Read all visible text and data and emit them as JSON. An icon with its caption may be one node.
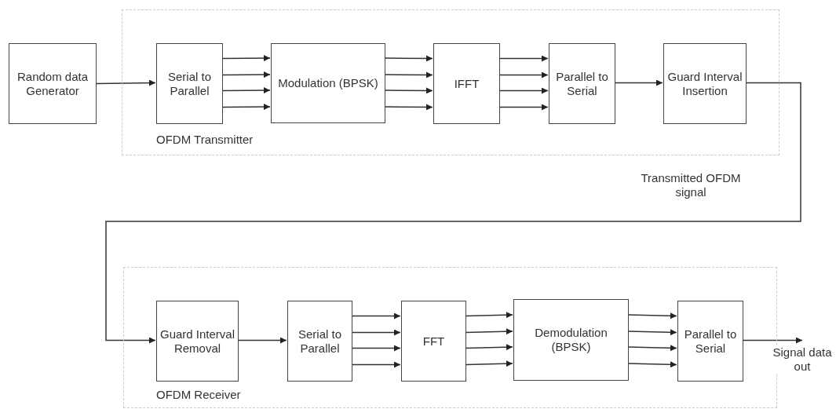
{
  "diagram": {
    "nodes": [
      {
        "text": [
          "OFDM Transmitter"
        ]
      },
      {
        "text": [
          "Random data Generator"
        ]
      },
      {
        "text": [
          "Serial to Parallel"
        ],
        "in": 0
      },
      {
        "text": [
          "Modulation (BPSK)"
        ],
        "in": 0
      },
      {
        "text": [
          "IFFT"
        ],
        "in": 0
      },
      {
        "text": [
          "Parallel to Serial"
        ],
        "in": 0
      },
      {
        "text": [
          "Guard Interval Insertion"
        ],
        "in": 0
      },
      {
        "text": [
          "OFDM Receiver"
        ]
      },
      {
        "text": [
          "Guard Interval Removal"
        ],
        "in": 7
      },
      {
        "text": [
          "Serial to Parallel"
        ],
        "in": 7
      },
      {
        "text": [
          "FFT"
        ],
        "in": 7
      },
      {
        "text": [
          "Demodulation (BPSK)"
        ],
        "in": 7
      },
      {
        "text": [
          "Parallel to Serial"
        ],
        "in": 7
      }
    ],
    "edges": [
      {
        "from": 1,
        "to": 2,
        "arrow": "to"
      },
      {
        "from": 2,
        "to": 3,
        "arrow": "to"
      },
      {
        "from": 2,
        "to": 3,
        "arrow": "to"
      },
      {
        "from": 2,
        "to": 3,
        "arrow": "to"
      },
      {
        "from": 2,
        "to": 3,
        "arrow": "to"
      },
      {
        "from": 3,
        "to": 4,
        "arrow": "to"
      },
      {
        "from": 3,
        "to": 4,
        "arrow": "to"
      },
      {
        "from": 3,
        "to": 4,
        "arrow": "to"
      },
      {
        "from": 3,
        "to": 4,
        "arrow": "to"
      },
      {
        "from": 4,
        "to": 5,
        "arrow": "to"
      },
      {
        "from": 4,
        "to": 5,
        "arrow": "to"
      },
      {
        "from": 4,
        "to": 5,
        "arrow": "to"
      },
      {
        "from": 4,
        "to": 5,
        "arrow": "to"
      },
      {
        "from": 5,
        "to": 6,
        "arrow": "to"
      },
      {
        "from": 6,
        "to": 8,
        "arrow": "to",
        "label": "Transmitted OFDM signal"
      },
      {
        "from": 8,
        "to": 9,
        "arrow": "to"
      },
      {
        "from": 9,
        "to": 10,
        "arrow": "to"
      },
      {
        "from": 9,
        "to": 10,
        "arrow": "to"
      },
      {
        "from": 9,
        "to": 10,
        "arrow": "to"
      },
      {
        "from": 9,
        "to": 10,
        "arrow": "to"
      },
      {
        "from": 10,
        "to": 11,
        "arrow": "to"
      },
      {
        "from": 10,
        "to": 11,
        "arrow": "to"
      },
      {
        "from": 10,
        "to": 11,
        "arrow": "to"
      },
      {
        "from": 10,
        "to": 11,
        "arrow": "to"
      },
      {
        "from": 11,
        "to": 12,
        "arrow": "to"
      },
      {
        "from": 11,
        "to": 12,
        "arrow": "to"
      },
      {
        "from": 11,
        "to": 12,
        "arrow": "to"
      },
      {
        "from": 11,
        "to": 12,
        "arrow": "to"
      },
      {
        "from": 12,
        "to": null,
        "arrow": "to",
        "label": "Signal data out"
      }
    ]
  }
}
